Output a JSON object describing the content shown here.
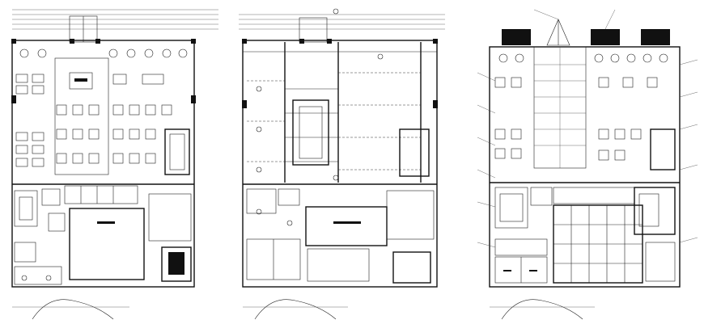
{
  "drawings": [
    {
      "id": "furniture-layout"
    },
    {
      "id": "ceiling-plan"
    },
    {
      "id": "annotated-layout"
    }
  ]
}
